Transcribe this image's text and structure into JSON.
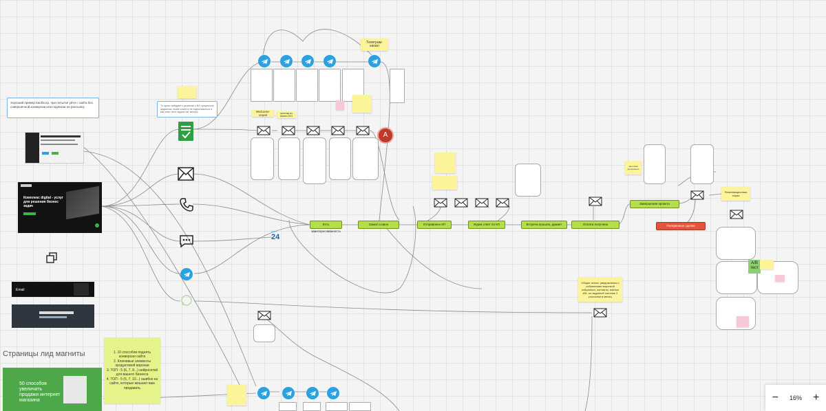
{
  "board": {
    "zoom": "16%",
    "zoom_out": "−",
    "zoom_in": "+",
    "section_lead_magnets": "Страницы лид магниты"
  },
  "notes": {
    "kanbanchik": "Хороший пример Канбхогр, при попытке уйти с сайта без совершенной конверсии или подписки на рассылку",
    "bot_message": "То чумно побудает к решению о ВЛ: предлогать задачески, ачиве клиенту не подписываться и как ответ понт задаче нат месеро",
    "telegram_channel": "Телеграм-канал",
    "welcome_chain": "Welcome-серия",
    "welcome_sub": "цепочка из писем CEO",
    "avatar_letter": "A",
    "lead_magnet_list": [
      "1. 10 способов поднять конверсии сайта",
      "2. Ключевые элементы продуктовой воронки",
      "3. ТОП - 5 (6, 7, 8...) нейросетей для вашего бизнеса",
      "4. ТОП - 5 (6, 7, 10...) ошибок на сайте, которые мешают вам продавать"
    ],
    "common_rules": "Общие этапы: уведомления с собранными воронкой собранных, контакты, взятые ИИ, по заданной системе 2 рассылки в месяц",
    "reactivation": "Реактивационная серия",
    "ab_label": "A/B тест",
    "done_label": "Завершение проекта",
    "lost_label": "Потерянные сделки",
    "additional": "заготовка дополнения"
  },
  "pipeline": [
    "Есть заинтересованность",
    "Заказ/ созвон",
    "Отправлено КП",
    "Ждем ответ по КП",
    "Встреча прошла, думает",
    "Оплата получена"
  ],
  "channels": {
    "bitrix_brand": "bitrix",
    "bitrix_num": "24"
  },
  "preview": {
    "hero_title": "Комплекс digital - услуг для решения бизнес задач",
    "lead_magnet_title": "50 способов увеличить продажи интернет магазина",
    "email_title": "Email"
  },
  "colors": {
    "telegram": "#2ba2e0",
    "green_stage": "#b5de4c",
    "red_stage": "#e5533b",
    "sticky": "#fbf49a",
    "avatar": "#c0392b"
  }
}
